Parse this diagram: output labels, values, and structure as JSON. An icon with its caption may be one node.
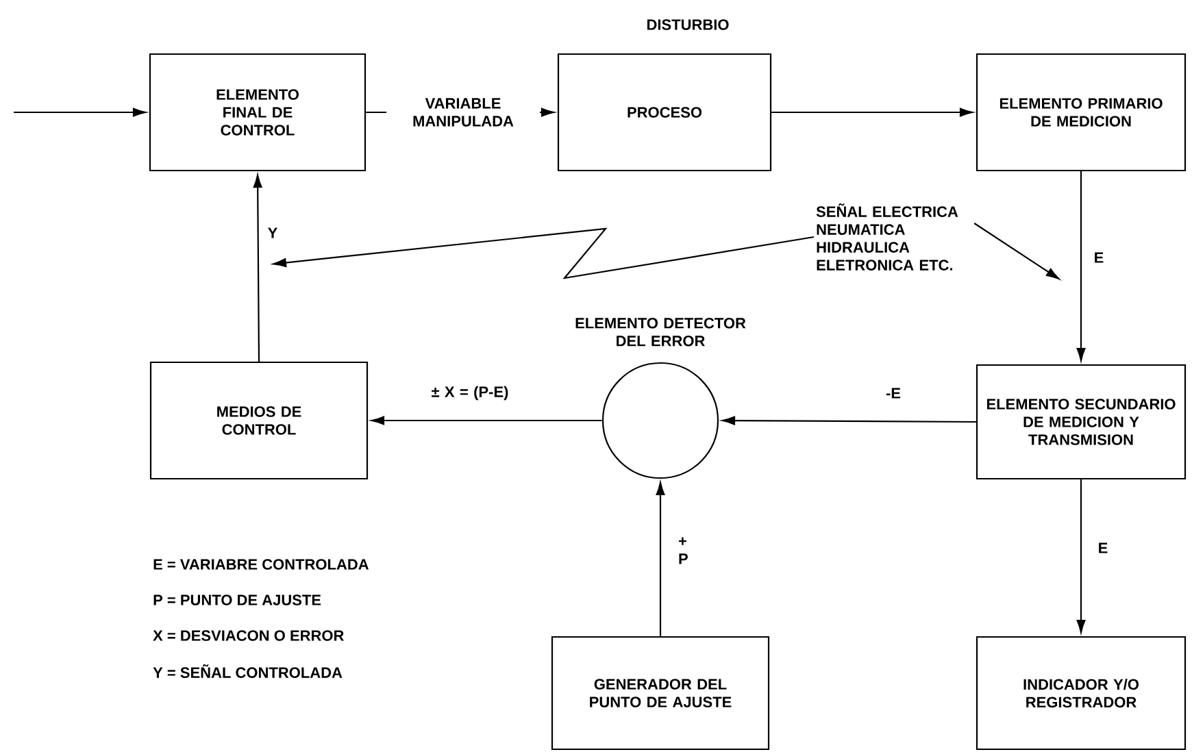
{
  "diagram": {
    "nodes": [
      {
        "text": [
          "ELEMENTO FINAL DE CONTROL"
        ]
      },
      {
        "text": [
          "PROCESO"
        ]
      },
      {
        "text": [
          "ELEMENTO PRIMARIO DE MEDICION"
        ]
      },
      {
        "text": [
          "SEÑAL ELECTRICA NEUMATICA HIDRAULICA ELETRONICA ETC."
        ]
      },
      {
        "text": [
          "ELEMENTO DETECTOR DEL ERROR"
        ]
      },
      {
        "text": [
          "ELEMENTO SECUNDARIO DE MEDICION Y TRANSMISION"
        ]
      },
      {
        "text": [
          "MEDIOS DE CONTROL"
        ]
      },
      {
        "text": [
          "GENERADOR DEL PUNTO DE AJUSTE"
        ]
      },
      {
        "text": [
          "INDICADOR Y/O REGISTRADOR"
        ]
      }
    ],
    "edges": [
      {
        "from": null,
        "to": 0,
        "arrow": "to"
      },
      {
        "from": 0,
        "to": 1,
        "arrow": "to",
        "label": "VARIABLE MANIPULADA"
      },
      {
        "from": 1,
        "to": 2,
        "arrow": "to"
      },
      {
        "from": 2,
        "to": 5,
        "arrow": "to",
        "label": "E"
      },
      {
        "from": 5,
        "to": 4,
        "arrow": "to",
        "label": "-E"
      },
      {
        "from": 4,
        "to": 6,
        "arrow": "to",
        "label": "± X = (P-E)"
      },
      {
        "from": 6,
        "to": 0,
        "arrow": "to",
        "label": "Y"
      },
      {
        "from": 7,
        "to": 4,
        "arrow": "to",
        "label": "+ P"
      },
      {
        "from": 5,
        "to": 8,
        "arrow": "to",
        "label": "E"
      },
      {
        "from": 3,
        "to": null,
        "arrow": "to"
      },
      {
        "from": 3,
        "to": null,
        "arrow": "to"
      }
    ],
    "labels": [
      "DISTURBIO",
      "E = VARIABRE CONTROLADA",
      "P = PUNTO DE AJUSTE",
      "X = DESVIACON O ERROR",
      "Y = SEÑAL CONTROLADA"
    ]
  }
}
